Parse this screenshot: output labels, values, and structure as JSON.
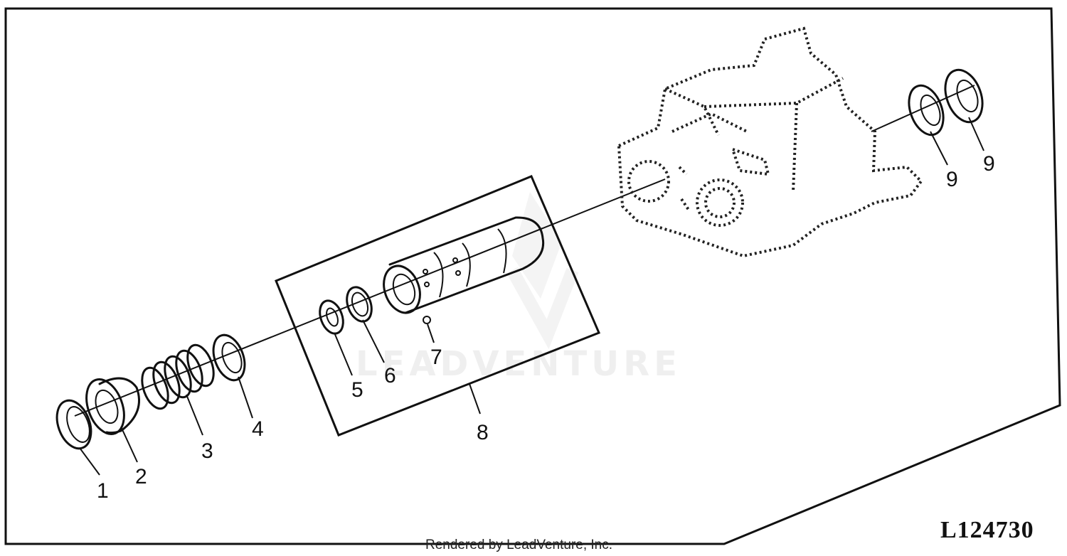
{
  "figure": {
    "id_label": "L124730",
    "credit": "Rendered by LeadVenture, Inc.",
    "watermark_text": "LEADVENTURE"
  },
  "callouts": [
    "1",
    "2",
    "3",
    "4",
    "5",
    "6",
    "7",
    "8",
    "9",
    "9"
  ],
  "colors": {
    "ink": "#111111",
    "background": "#ffffff",
    "watermark": "#e3e3e3"
  }
}
